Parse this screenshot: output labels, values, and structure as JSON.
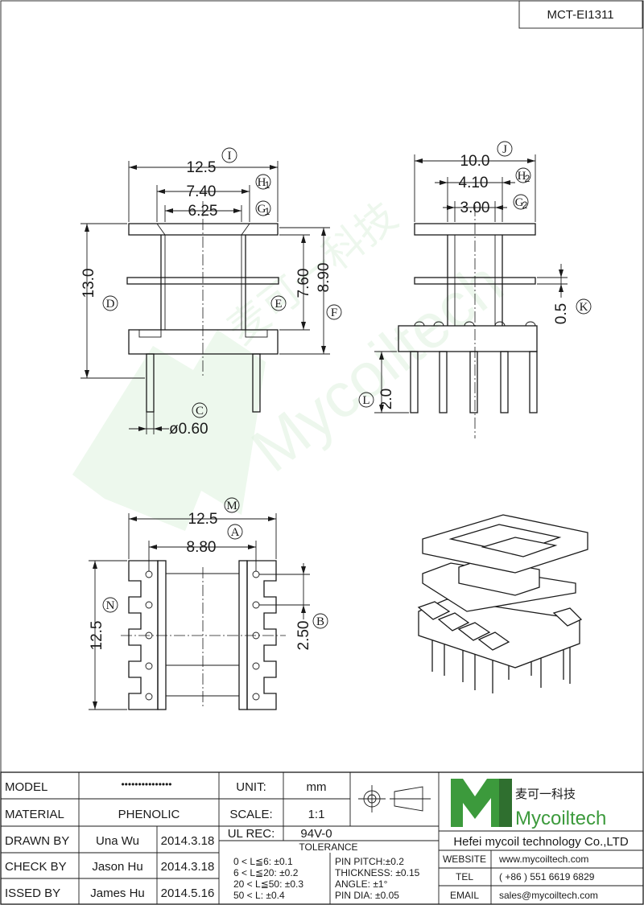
{
  "part_number": "MCT-EI1311",
  "views": {
    "front": {
      "dims": {
        "I": "12.5",
        "H1": "7.40",
        "G1": "6.25",
        "D": "13.0",
        "E": "7.60",
        "F": "8.90",
        "C": "ø0.60"
      },
      "labels": {
        "I": "I",
        "H": "H",
        "H_sub": "1",
        "G": "G",
        "G_sub": "1",
        "D": "D",
        "E": "E",
        "F": "F",
        "C": "C"
      }
    },
    "side": {
      "dims": {
        "J": "10.0",
        "H2": "4.10",
        "G2": "3.00",
        "K": "0.5",
        "L": "2.0"
      },
      "labels": {
        "J": "J",
        "H": "H",
        "H_sub": "2",
        "G": "G",
        "G_sub": "2",
        "K": "K",
        "L": "L"
      }
    },
    "bottom": {
      "dims": {
        "M": "12.5",
        "A": "8.80",
        "N": "12.5",
        "B": "2.50"
      },
      "labels": {
        "M": "M",
        "A": "A",
        "N": "N",
        "B": "B"
      }
    }
  },
  "watermark": {
    "brand": "Mycoiltech",
    "chinese": "麦可一科技"
  },
  "title_block": {
    "model_label": "MODEL",
    "model_value": "•••••••••••••••",
    "material_label": "MATERIAL",
    "material_value": "PHENOLIC",
    "drawn_label": "DRAWN BY",
    "drawn_name": "Una Wu",
    "drawn_date": "2014.3.18",
    "check_label": "CHECK BY",
    "check_name": "Jason Hu",
    "check_date": "2014.3.18",
    "issued_label": "ISSED BY",
    "issued_name": "James Hu",
    "issued_date": "2014.5.16",
    "unit_label": "UNIT:",
    "unit_value": "mm",
    "scale_label": "SCALE:",
    "scale_value": "1:1",
    "ul_label": "UL REC:",
    "ul_value": "94V-0",
    "tolerance_label": "TOLERANCE",
    "tol_1": "0 < L≦6:  ±0.1",
    "tol_2": "6 < L≦20:  ±0.2",
    "tol_3": "20 < L≦50:  ±0.3",
    "tol_4": "50 < L:  ±0.4",
    "pitch": "PIN PITCH:±0.2",
    "thickness": "THICKNESS:  ±0.15",
    "angle": "ANGLE:  ±1°",
    "pindia": "PIN DIA:  ±0.05",
    "logo_cn": "麦可一科技",
    "logo_en": "Mycoiltech",
    "company": "Hefei mycoil technology Co.,LTD",
    "website_label": "WEBSITE",
    "website_value": "www.mycoiltech.com",
    "tel_label": "TEL",
    "tel_value": "( +86 ) 551 6619 6829",
    "email_label": "EMAIL",
    "email_value": "sales@mycoiltech.com"
  },
  "colors": {
    "logo_green": "#3c9a3c",
    "logo_dark": "#2f6f2f",
    "line": "#1a1a1a"
  }
}
